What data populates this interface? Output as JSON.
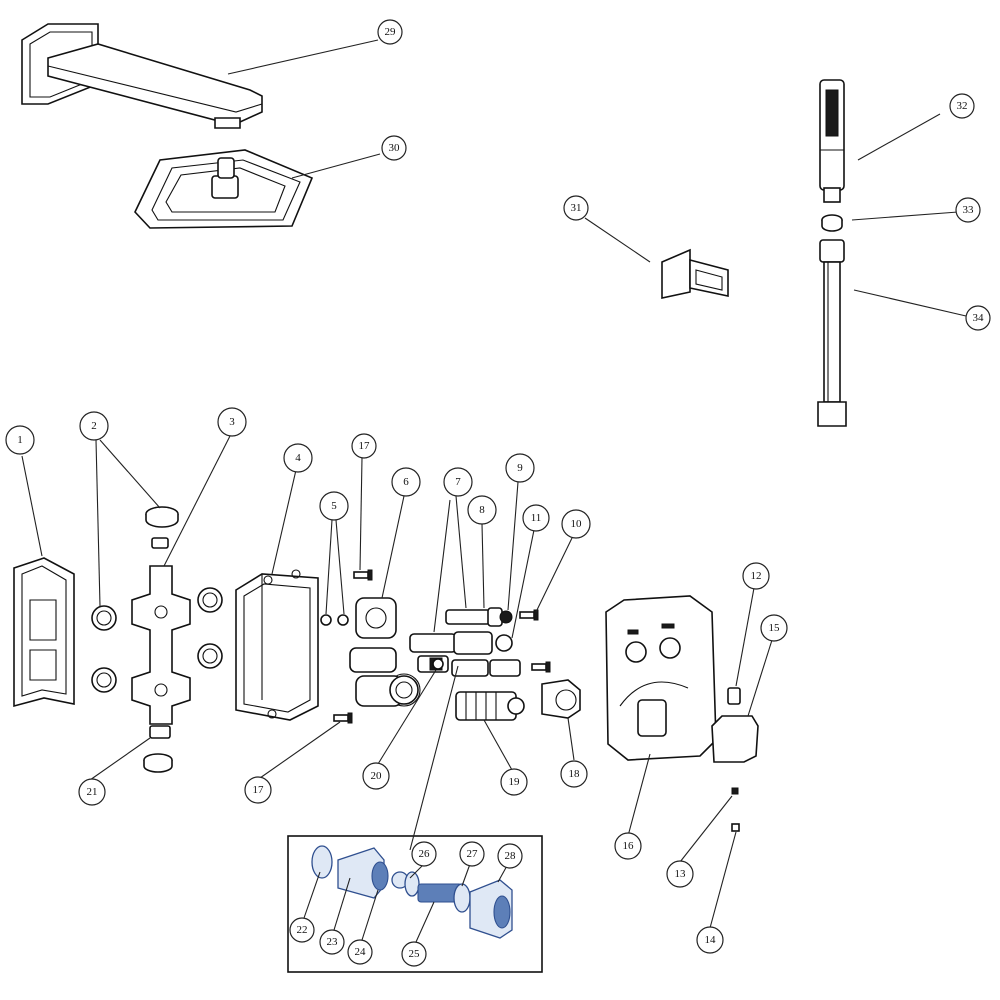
{
  "diagram": {
    "callouts": {
      "c1": "1",
      "c2": "2",
      "c3": "3",
      "c4": "4",
      "c5": "5",
      "c6": "6",
      "c7": "7",
      "c8": "8",
      "c9": "9",
      "c10": "10",
      "c11": "11",
      "c12": "12",
      "c13": "13",
      "c14": "14",
      "c15": "15",
      "c16": "16",
      "c17a": "17",
      "c17b": "17",
      "c18": "18",
      "c19": "19",
      "c20": "20",
      "c21": "21",
      "c22": "22",
      "c23": "23",
      "c24": "24",
      "c25": "25",
      "c26": "26",
      "c27": "27",
      "c28": "28",
      "c29": "29",
      "c30": "30",
      "c31": "31",
      "c32": "32",
      "c33": "33",
      "c34": "34"
    },
    "colors": {
      "line": "#111111",
      "highlight_fill": "#dfe8f5",
      "highlight_stroke": "#2f4f8f"
    }
  }
}
